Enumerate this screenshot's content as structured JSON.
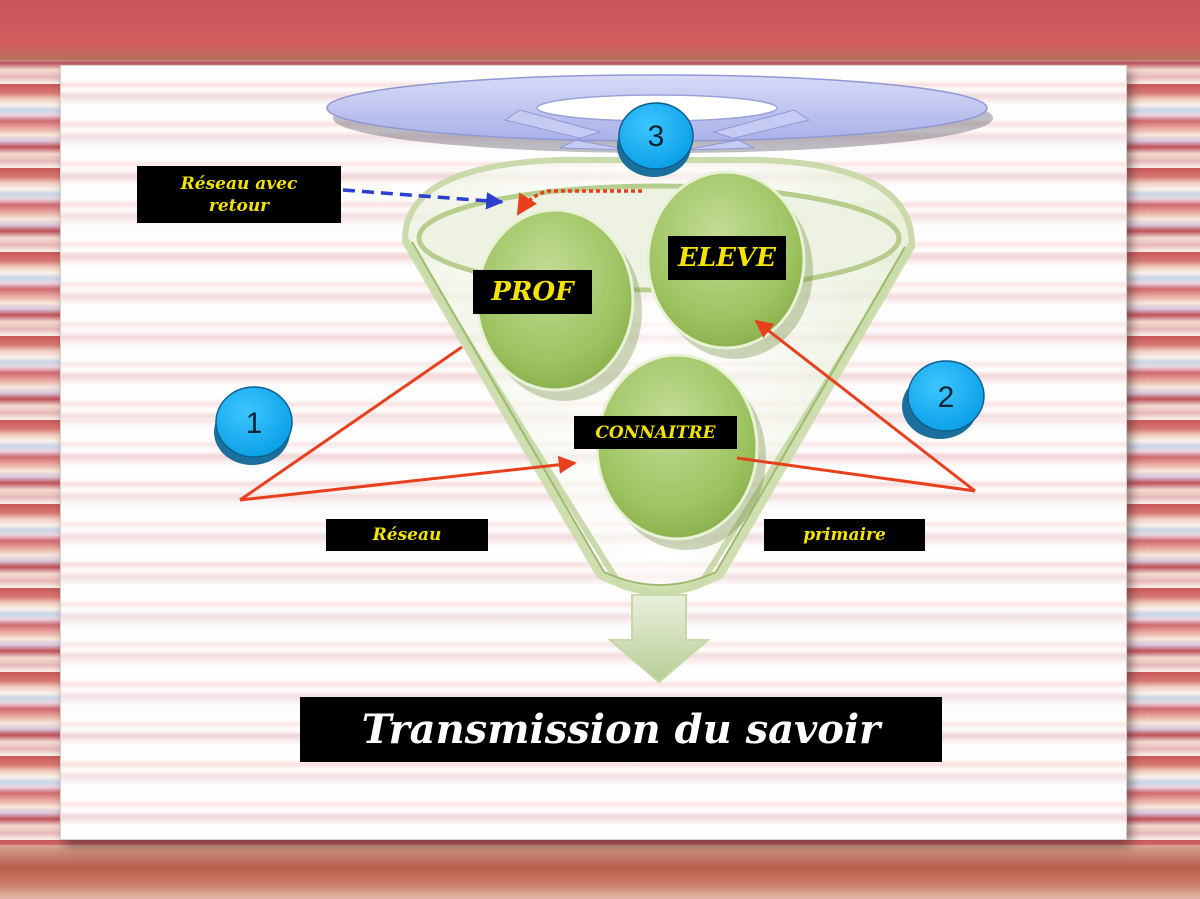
{
  "labels": {
    "reseau_retour": "Réseau avec retour",
    "prof": "PROF",
    "eleve": "ELEVE",
    "connaitre": "CONNAITRE",
    "reseau": "Réseau",
    "primaire": "primaire"
  },
  "badges": [
    "1",
    "2",
    "3"
  ],
  "title": "Transmission du savoir",
  "colors": {
    "label_bg": "#000000",
    "label_text": "#f2e300",
    "arrow_red": "#e8401c",
    "arrow_blue": "#2d3fcf",
    "badge": "#12aef2",
    "circle_green": "#9cc261"
  }
}
